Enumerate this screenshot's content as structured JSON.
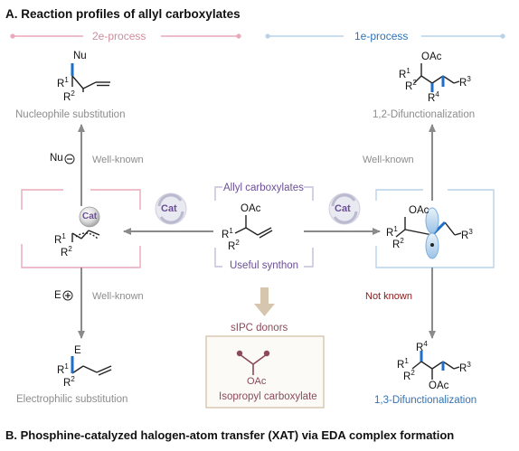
{
  "colors": {
    "pink": "#e8a9b8",
    "lightblue": "#b9d2e8",
    "gray_arrow": "#8a8a8a",
    "tan": "#d6c6ae",
    "purple": "#6b4f95",
    "blue_text": "#2e73b8",
    "red_text": "#8b1a1a",
    "bond_blue": "#1e6fc9"
  },
  "section_a": {
    "title": "A. Reaction profiles of allyl carboxylates",
    "left_process": "2e-process",
    "right_process": "1e-process"
  },
  "section_b": {
    "title": "B. Phosphine-catalyzed  halogen-atom transfer (XAT) via EDA complex formation"
  },
  "left_column": {
    "top_caption": "Nucleophile substitution",
    "top_arrow_label": "Well-known",
    "reagent_nu": "Nu",
    "bottom_arrow_label": "Well-known",
    "reagent_e": "E",
    "bottom_caption": "Electrophilic substitution"
  },
  "right_column": {
    "top_caption": "1,2-Difunctionalization",
    "top_arrow_label": "Well-known",
    "bottom_arrow_label": "Not known",
    "bottom_caption": "1,3-Difunctionalization"
  },
  "center": {
    "top_label": "Allyl carboxylates",
    "bottom_label": "Useful synthon",
    "cat_label": "Cat",
    "sipc_box_title": "sIPC donors",
    "sipc_box_caption": "Isopropyl carboxylate"
  },
  "chem_labels": {
    "oac": "OAc",
    "nu": "Nu",
    "e": "E",
    "r1": "R",
    "r2": "R",
    "r3": "R",
    "r4": "R",
    "sup1": "1",
    "sup2": "2",
    "sup3": "3",
    "sup4": "4"
  }
}
